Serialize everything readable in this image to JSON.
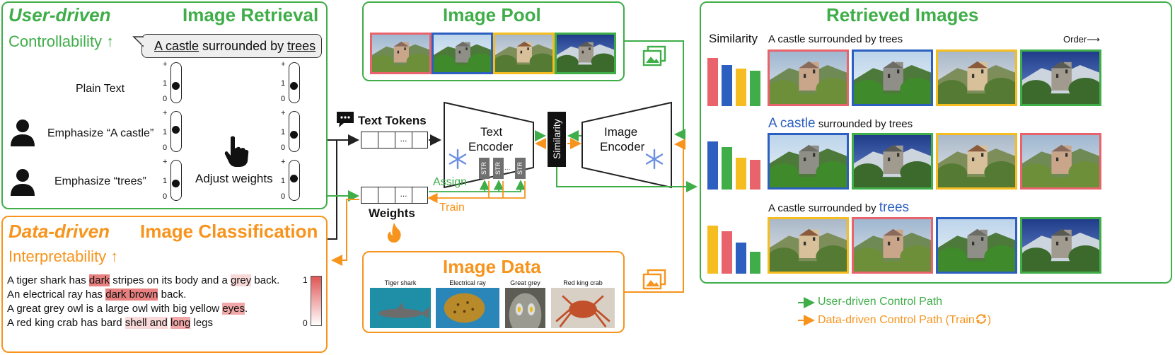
{
  "colors": {
    "green": "#3fae49",
    "orange": "#f7941d",
    "blue": "#2c5fbf",
    "red": "#e8636b",
    "yellow": "#f5bd1f"
  },
  "user_panel": {
    "title_left": "User-driven",
    "title_right": "Image Retrieval",
    "property": "Controllability ↑",
    "query_part1": "A castle",
    "query_part2": " surrounded by ",
    "query_part3": "trees",
    "rows": [
      {
        "label": "Plain Text"
      },
      {
        "label": "Emphasize “A castle”"
      },
      {
        "label": "Emphasize “trees”"
      }
    ],
    "adjust_label": "Adjust weights",
    "tick_plus": "+",
    "tick_one": "1",
    "tick_zero": "0",
    "slider_levels": {
      "left": [
        1,
        1.4,
        1
      ],
      "right": [
        1,
        1,
        1.4
      ]
    }
  },
  "data_panel": {
    "title_left": "Data-driven",
    "title_right": "Image Classification",
    "property": "Interpretability ↑",
    "sentences": [
      [
        {
          "t": "A tiger shark has "
        },
        {
          "t": "dark",
          "h": "hl1"
        },
        {
          "t": " stripes on its body and a "
        },
        {
          "t": "grey",
          "h": "hl2"
        },
        {
          "t": " back."
        }
      ],
      [
        {
          "t": "An electrical ray has "
        },
        {
          "t": "dark brown",
          "h": "hl1"
        },
        {
          "t": " back."
        }
      ],
      [
        {
          "t": "A great grey owl is a large owl with big yellow "
        },
        {
          "t": "eyes",
          "h": "hl3"
        },
        {
          "t": "."
        }
      ],
      [
        {
          "t": "A red king crab has bard "
        },
        {
          "t": "shell and",
          "h": "hl2"
        },
        {
          "t": " "
        },
        {
          "t": "long",
          "h": "hl3"
        },
        {
          "t": " legs"
        }
      ]
    ],
    "scale_max": "1",
    "scale_min": "0"
  },
  "image_pool": {
    "title": "Image Pool"
  },
  "image_data": {
    "title": "Image Data",
    "captions": [
      "Tiger shark",
      "Electrical ray",
      "Great grey owl",
      "Red king crab"
    ]
  },
  "center": {
    "text_tokens": "Text Tokens",
    "token_ellipsis": "...",
    "weights": "Weights",
    "text_encoder_1": "Text",
    "text_encoder_2": "Encoder",
    "image_encoder_1": "Image",
    "image_encoder_2": "Encoder",
    "similarity": "Similarity",
    "str": "STR",
    "assign": "Assign",
    "train": "Train"
  },
  "retrieved": {
    "title": "Retrieved Images",
    "similarity": "Similarity",
    "order": "Order⟶",
    "rows": [
      {
        "pre": "",
        "em": "",
        "post": "A castle surrounded by trees",
        "bars": [
          0.85,
          0.72,
          0.66,
          0.63
        ],
        "bar_colors": [
          "red",
          "blue",
          "yellow",
          "green"
        ],
        "thumbs": [
          "red",
          "blue",
          "yellow",
          "green"
        ]
      },
      {
        "pre": "",
        "em": "A castle",
        "post": " surrounded by trees",
        "bars": [
          0.85,
          0.75,
          0.56,
          0.53
        ],
        "bar_colors": [
          "blue",
          "green",
          "yellow",
          "red"
        ],
        "thumbs": [
          "blue",
          "green",
          "yellow",
          "red"
        ]
      },
      {
        "pre": "A castle surrounded by ",
        "em": "trees",
        "post": "",
        "bars": [
          0.85,
          0.75,
          0.55,
          0.39
        ],
        "bar_colors": [
          "yellow",
          "red",
          "blue",
          "green"
        ],
        "thumbs": [
          "yellow",
          "red",
          "blue",
          "green"
        ]
      }
    ]
  },
  "legend": {
    "user": "User-driven Control Path",
    "data": "Data-driven Control Path (Train"
  }
}
